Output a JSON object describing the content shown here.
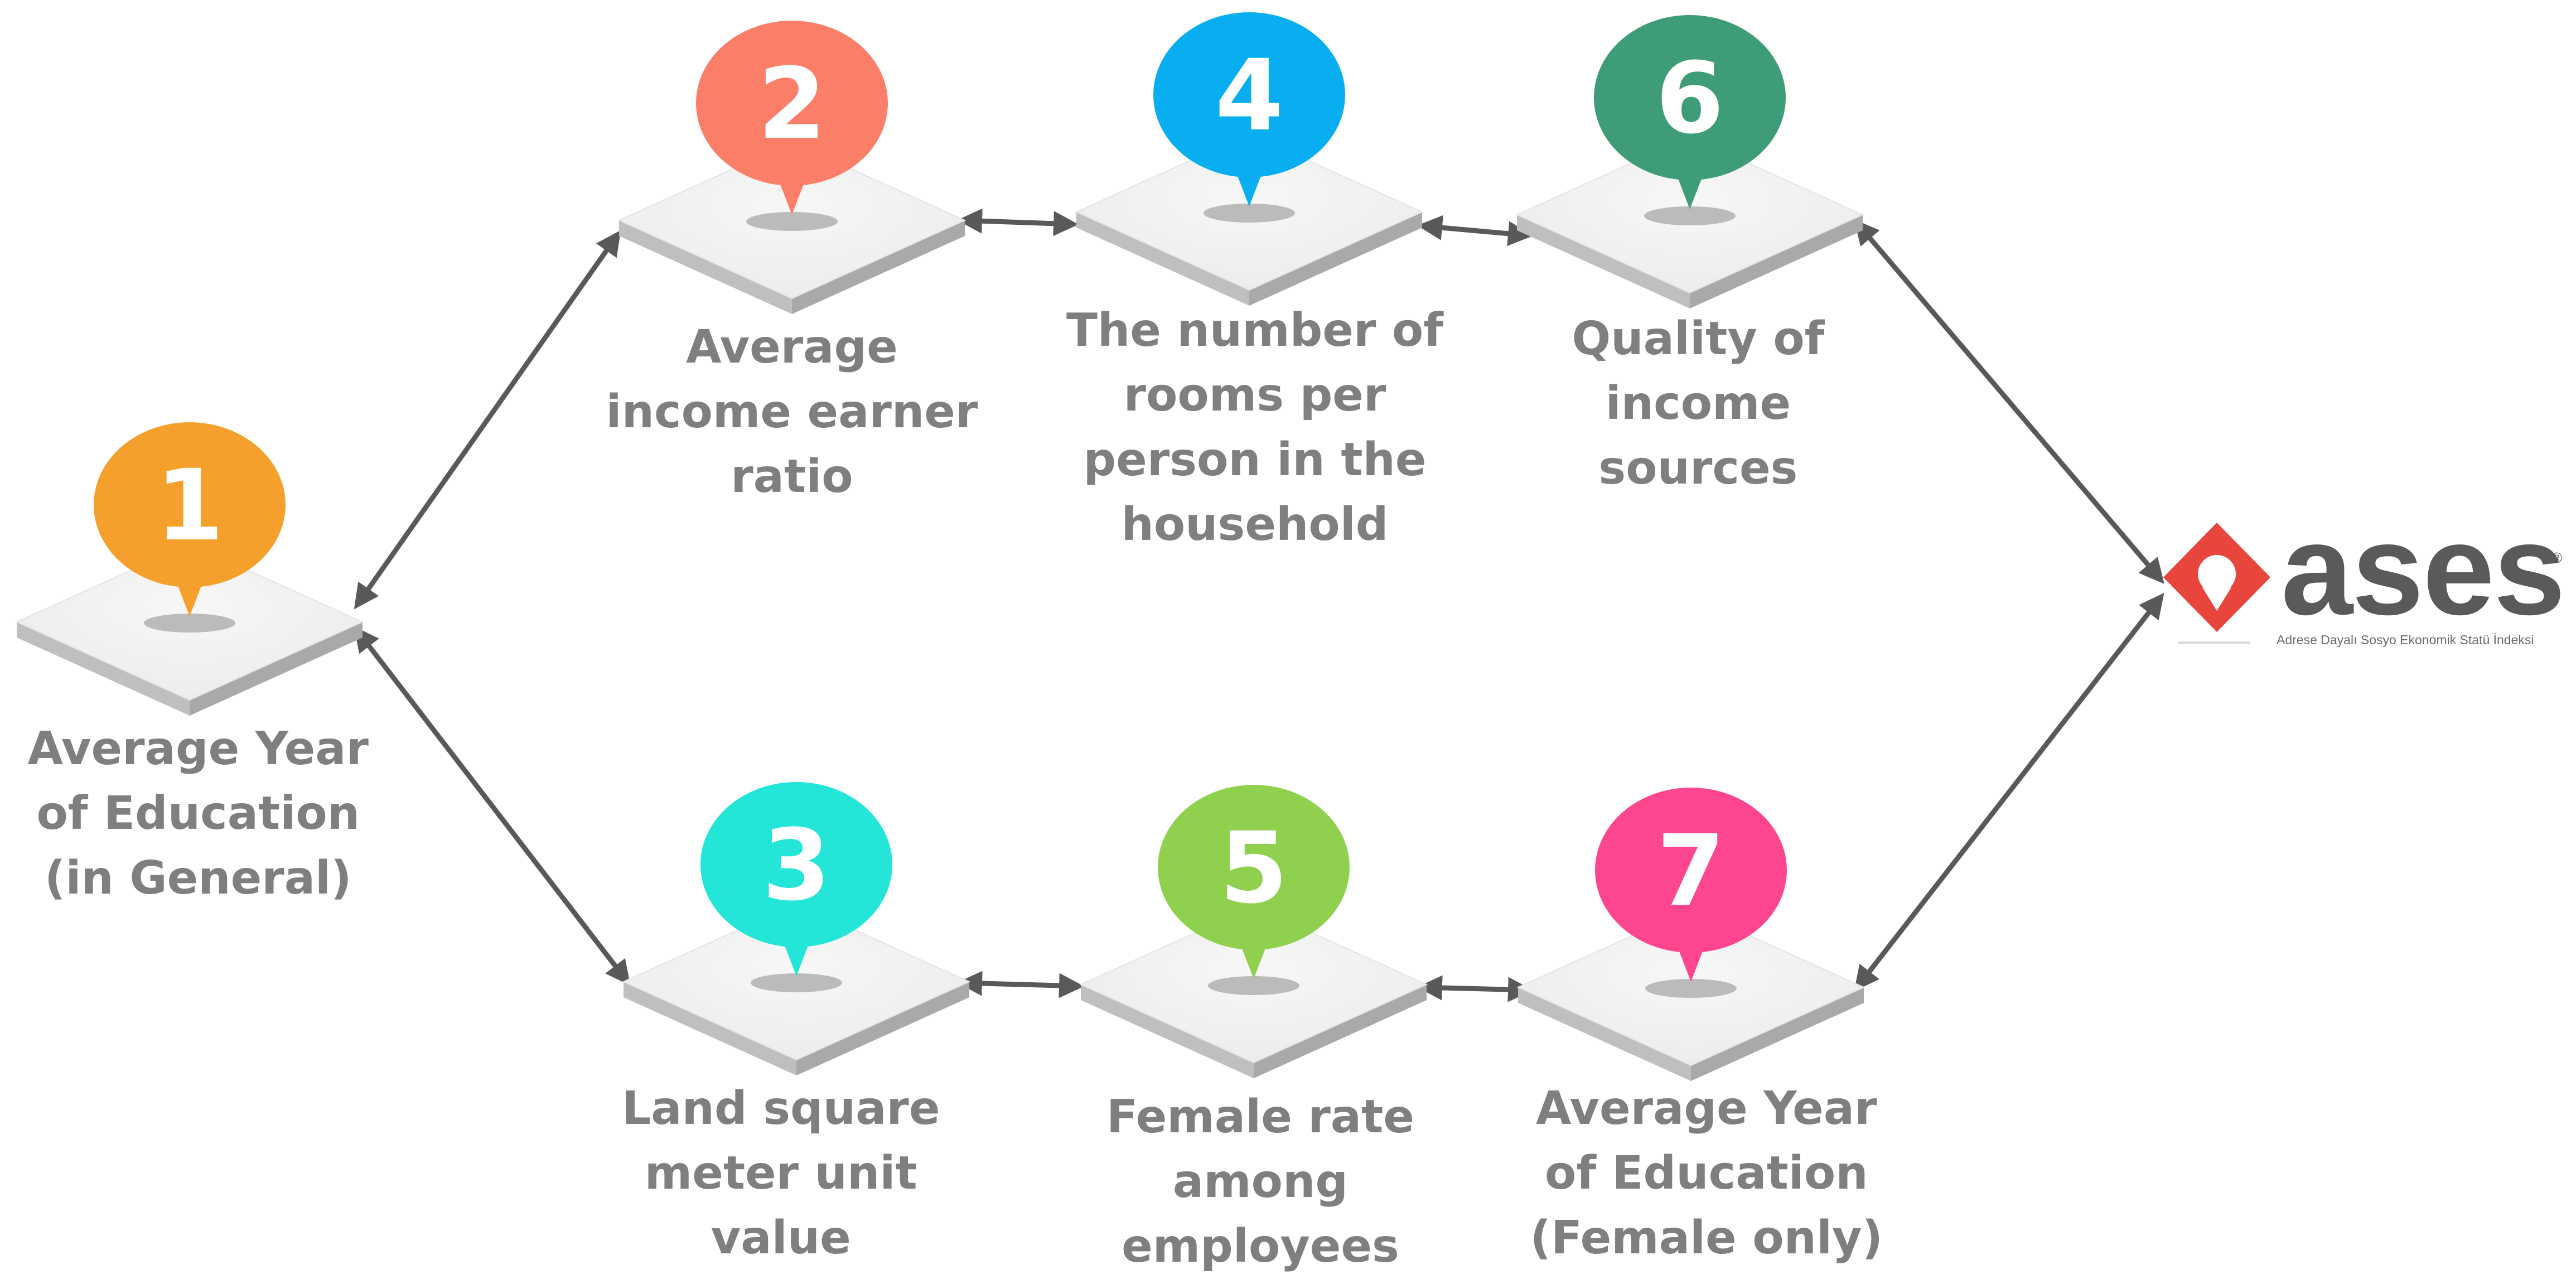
{
  "steps": [
    {
      "number": "1",
      "color": "#f5a02d",
      "label_lines": [
        "Average Year",
        "of Education",
        "(in General)"
      ]
    },
    {
      "number": "2",
      "color": "#fb7e69",
      "label_lines": [
        "Average",
        "income earner",
        "ratio"
      ]
    },
    {
      "number": "3",
      "color": "#23e5d8",
      "label_lines": [
        "Land square",
        "meter unit",
        "value"
      ]
    },
    {
      "number": "4",
      "color": "#08aef0",
      "label_lines": [
        "The number of",
        "rooms per",
        "person in the",
        "household"
      ]
    },
    {
      "number": "5",
      "color": "#8fd14f",
      "label_lines": [
        "Female rate",
        "among",
        "employees"
      ]
    },
    {
      "number": "6",
      "color": "#3e9d78",
      "label_lines": [
        "Quality of",
        "income",
        "sources"
      ]
    },
    {
      "number": "7",
      "color": "#fe4690",
      "label_lines": [
        "Average Year",
        "of Education",
        "(Female only)"
      ]
    }
  ],
  "logo": {
    "word": "ases",
    "registered": "®",
    "tagline": "Adrese Dayalı Sosyo Ekonomik Statü İndeksi",
    "mark_color": "#e8453c"
  },
  "connector_color": "#595959"
}
